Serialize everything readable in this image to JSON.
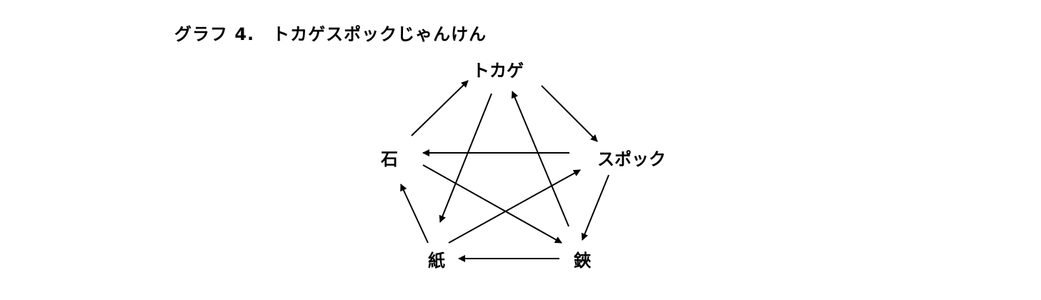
{
  "title": "グラフ 4.　トカゲスポックじゃんけん",
  "nodes": [
    {
      "id": "lizard",
      "label": "トカゲ"
    },
    {
      "id": "spock",
      "label": "スポック"
    },
    {
      "id": "scissors",
      "label": "鋏"
    },
    {
      "id": "paper",
      "label": "紙"
    },
    {
      "id": "rock",
      "label": "石"
    }
  ],
  "edges": [
    {
      "from": "rock",
      "to": "lizard"
    },
    {
      "from": "lizard",
      "to": "spock"
    },
    {
      "from": "spock",
      "to": "scissors"
    },
    {
      "from": "scissors",
      "to": "paper"
    },
    {
      "from": "paper",
      "to": "rock"
    },
    {
      "from": "spock",
      "to": "rock"
    },
    {
      "from": "rock",
      "to": "scissors"
    },
    {
      "from": "scissors",
      "to": "lizard"
    },
    {
      "from": "lizard",
      "to": "paper"
    },
    {
      "from": "paper",
      "to": "spock"
    }
  ],
  "colors": {
    "stroke": "#000000",
    "background": "#ffffff"
  }
}
